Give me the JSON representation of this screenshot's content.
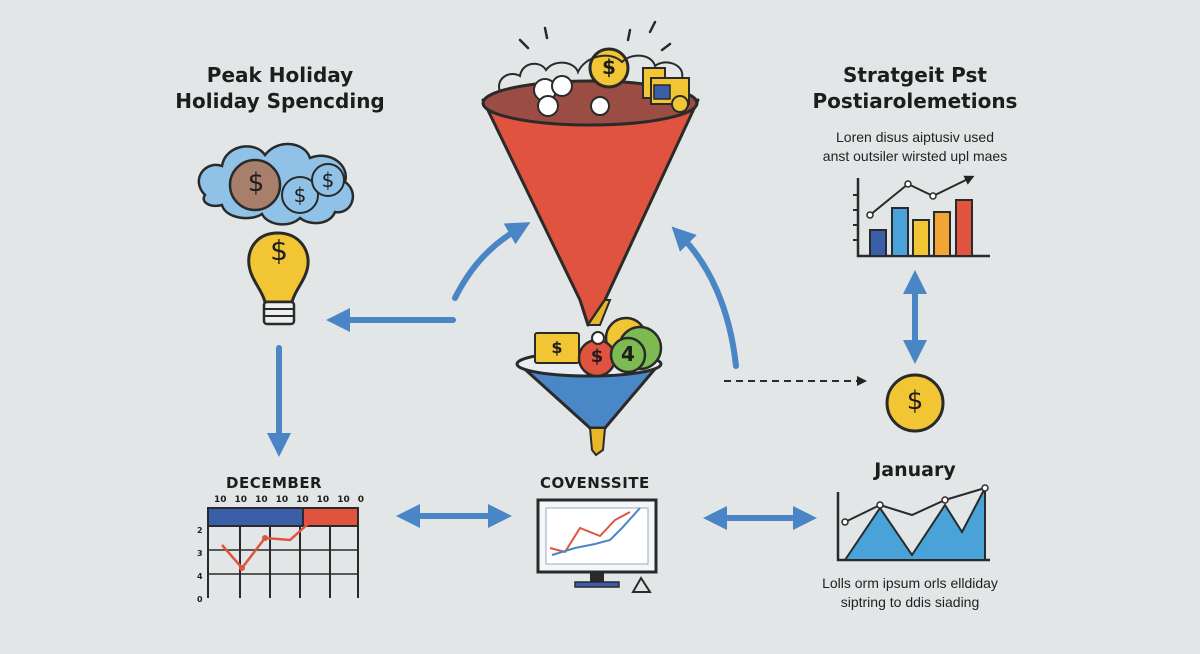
{
  "left_title": {
    "line1": "Peak Holiday",
    "line2": "Holiday Spencding"
  },
  "right_title": {
    "line1": "Stratgeit Pst",
    "line2": "Postiarolemetions"
  },
  "right_desc": {
    "line1": "Loren disus aiptusiv used",
    "line2": "anst outsiler wirsted upl maes"
  },
  "december_label": "DECEMBER",
  "center_label": "COVENSSITE",
  "january_label": "January",
  "january_desc": {
    "line1": "Lolls orm ipsum orls elldiday",
    "line2": "siptring to ddis siading"
  },
  "calendar": {
    "top_numbers": [
      "10",
      "10",
      "10",
      "10",
      "10",
      "10",
      "10",
      "0"
    ],
    "side_numbers": [
      "2",
      "3",
      "4",
      "0"
    ]
  },
  "coin_glyph": "$",
  "coin_four": "4",
  "colors": {
    "funnel_red": "#e0533f",
    "funnel_blue": "#4a87c6",
    "arrow_blue": "#4a86c5",
    "coin_yellow": "#f2c534",
    "cloud_blue": "#8fc2e6"
  }
}
